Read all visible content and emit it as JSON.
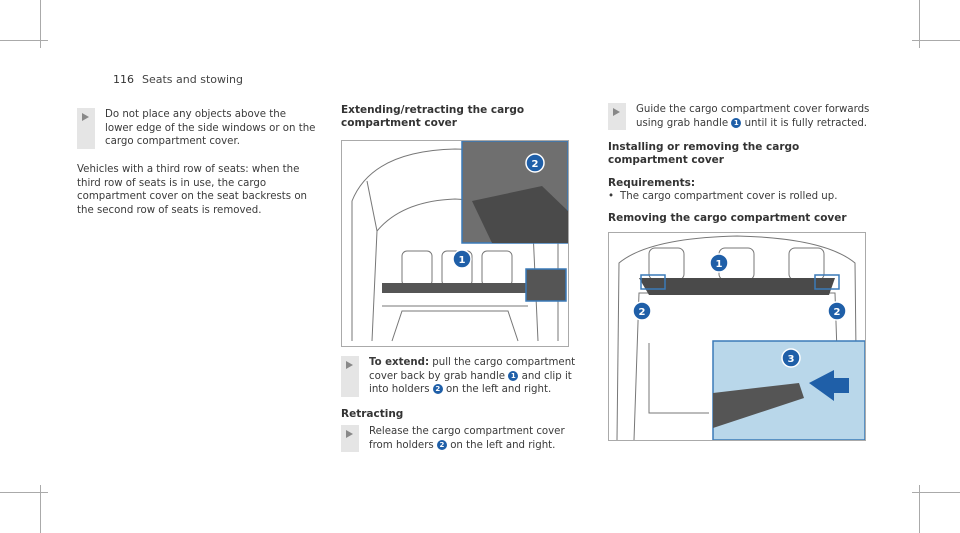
{
  "header": {
    "page": "116",
    "section": "Seats and stowing"
  },
  "left": {
    "warning": "Do not place any objects above the lower edge of the side windows or on the cargo compartment cover.",
    "para": "Vehicles with a third row of seats: when the third row of seats is in use, the cargo compartment cover on the seat backrests on the second row of seats is removed."
  },
  "middle": {
    "heading": "Extending/retracting the cargo compartment cover",
    "extend_label": "To extend:",
    "extend_text_1": "pull the cargo compartment cover back by grab handle",
    "extend_text_2": "and clip it into holders",
    "extend_text_3": "on the left and right.",
    "retract_heading": "Retracting",
    "retract_text_1": "Release the cargo compartment cover from holders",
    "retract_text_2": "on the left and right."
  },
  "right": {
    "guide_text_1": "Guide the cargo compartment cover forwards using grab handle",
    "guide_text_2": "until it is fully retracted.",
    "install_heading": "Installing or removing the cargo compartment cover",
    "req_heading": "Requirements:",
    "req_item": "The cargo compartment cover is rolled up.",
    "remove_heading": "Removing the cargo compartment cover"
  },
  "badges": {
    "one": "1",
    "two": "2",
    "three": "3"
  },
  "colors": {
    "badge": "#1f5fa8",
    "highlight": "#b9d7ea",
    "frame": "#3a7ab8"
  }
}
